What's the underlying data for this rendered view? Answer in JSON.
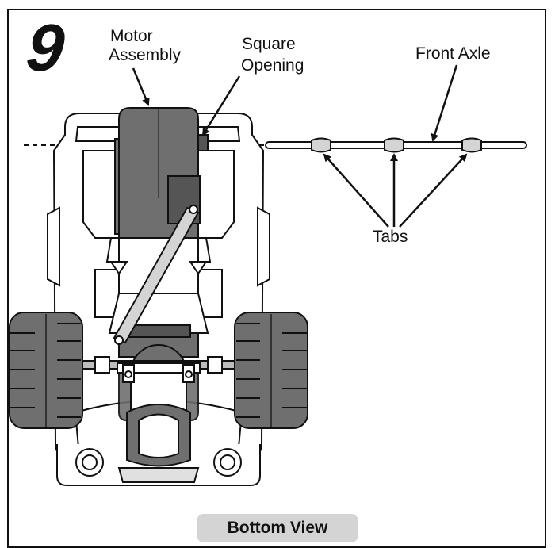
{
  "step_number": "9",
  "labels": {
    "motor": [
      "Motor",
      "Assembly"
    ],
    "square": [
      "Square",
      "Opening"
    ],
    "axle": "Front Axle",
    "tabs": "Tabs"
  },
  "caption": "Bottom View",
  "colors": {
    "line": "#111111",
    "body_gray": "#6f6f6f",
    "dark_gray": "#555555",
    "light_gray": "#d4d4d4",
    "mid_gray": "#bdbdbd"
  }
}
